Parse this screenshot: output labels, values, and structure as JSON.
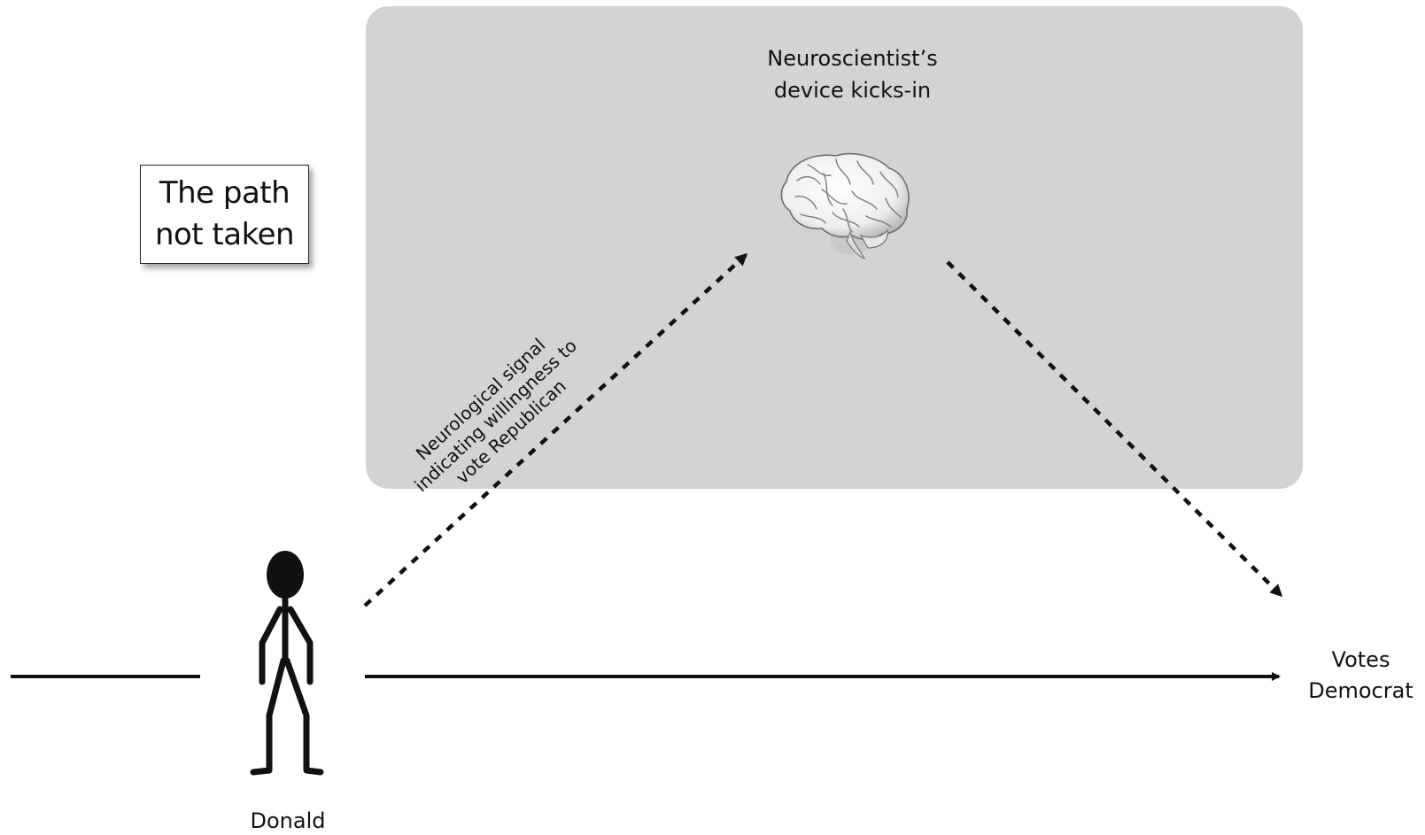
{
  "diagram": {
    "panel_color": "#d3d3d3",
    "title_box": {
      "line1": "The path",
      "line2": "not taken"
    },
    "device_label": {
      "line1": "Neuroscientist’s",
      "line2": "device kicks-in"
    },
    "signal_label": {
      "line1": "Neurological signal",
      "line2": "indicating willingness to",
      "line3": "vote Republican"
    },
    "person_label": "Donald",
    "outcome_label": {
      "line1": "Votes",
      "line2": "Democrat"
    },
    "icons": {
      "brain": "brain-icon",
      "person": "stick-figure-icon"
    }
  }
}
